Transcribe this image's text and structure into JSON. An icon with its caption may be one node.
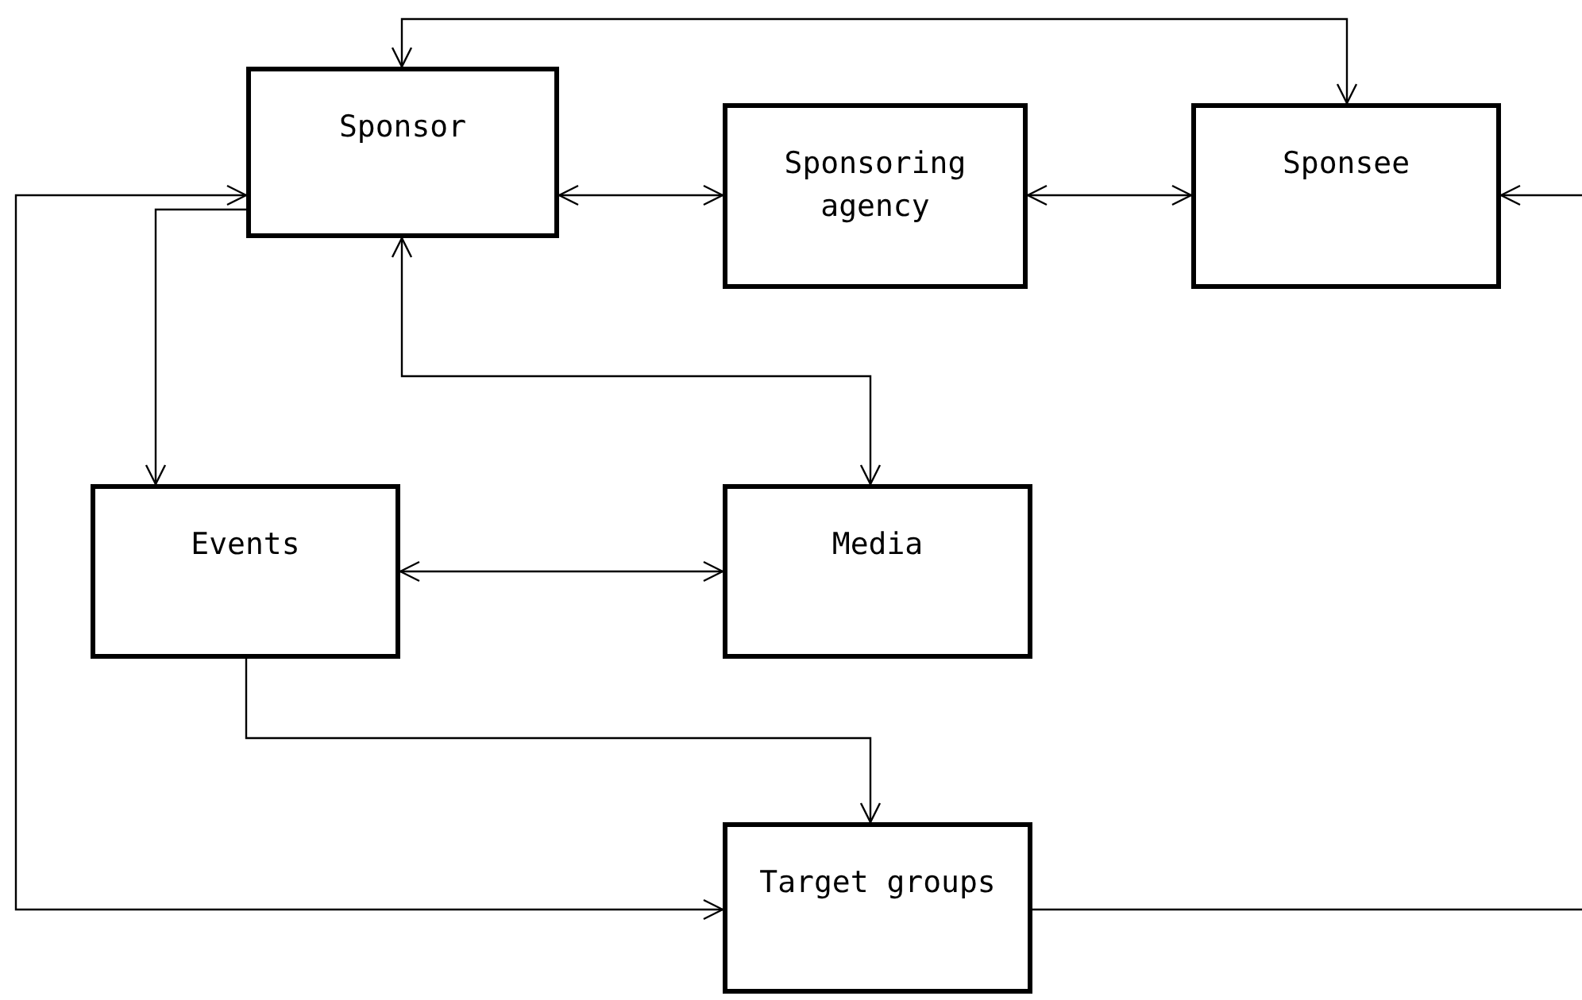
{
  "diagram": {
    "nodes": [
      {
        "text": [
          "Sponsor"
        ]
      },
      {
        "text": [
          "Sponsoring agency"
        ]
      },
      {
        "text": [
          "Sponsee"
        ]
      },
      {
        "text": [
          "Events"
        ]
      },
      {
        "text": [
          "Media"
        ]
      },
      {
        "text": [
          "Target groups"
        ]
      }
    ],
    "edges": [
      {
        "from": 0,
        "to": 2,
        "arrow": "both"
      },
      {
        "from": 0,
        "to": 1,
        "arrow": "both"
      },
      {
        "from": 1,
        "to": 2,
        "arrow": "both"
      },
      {
        "from": null,
        "to": 2,
        "arrow": "to"
      },
      {
        "from": 0,
        "to": 3,
        "arrow": "to"
      },
      {
        "from": 5,
        "to": 0,
        "arrow": "both"
      },
      {
        "from": 0,
        "to": 4,
        "arrow": "both"
      },
      {
        "from": 3,
        "to": 4,
        "arrow": "both"
      },
      {
        "from": 3,
        "to": 5,
        "arrow": "to"
      },
      {
        "from": 5,
        "to": null,
        "arrow": "none"
      }
    ]
  }
}
